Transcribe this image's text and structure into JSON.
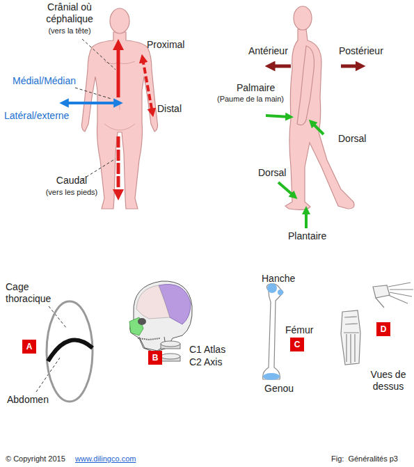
{
  "diagram": {
    "caption": "Fig:  Généralités p3",
    "nodes": [
      {
        "text": [
          "A"
        ]
      },
      {
        "text": [
          "B"
        ]
      },
      {
        "text": [
          "C"
        ]
      },
      {
        "text": [
          "D"
        ]
      }
    ],
    "labels": [
      "Crânial où céphalique",
      "(vers la tête)",
      "Proximal",
      "Médial/Médian",
      "Latéral/externe",
      "Distal",
      "Caudal",
      "(vers les pieds)",
      "Antérieur",
      "Postérieur",
      "Palmaire",
      "(Paume de la main)",
      "Dorsal",
      "Dorsal",
      "Plantaire",
      "Cage thoracique",
      "Abdomen",
      "C1 Atlas",
      "C2 Axis",
      "Hanche",
      "Fémur",
      "Genou",
      "Vues de dessus",
      "© Copyright 2015",
      "www.dilingco.com"
    ]
  }
}
